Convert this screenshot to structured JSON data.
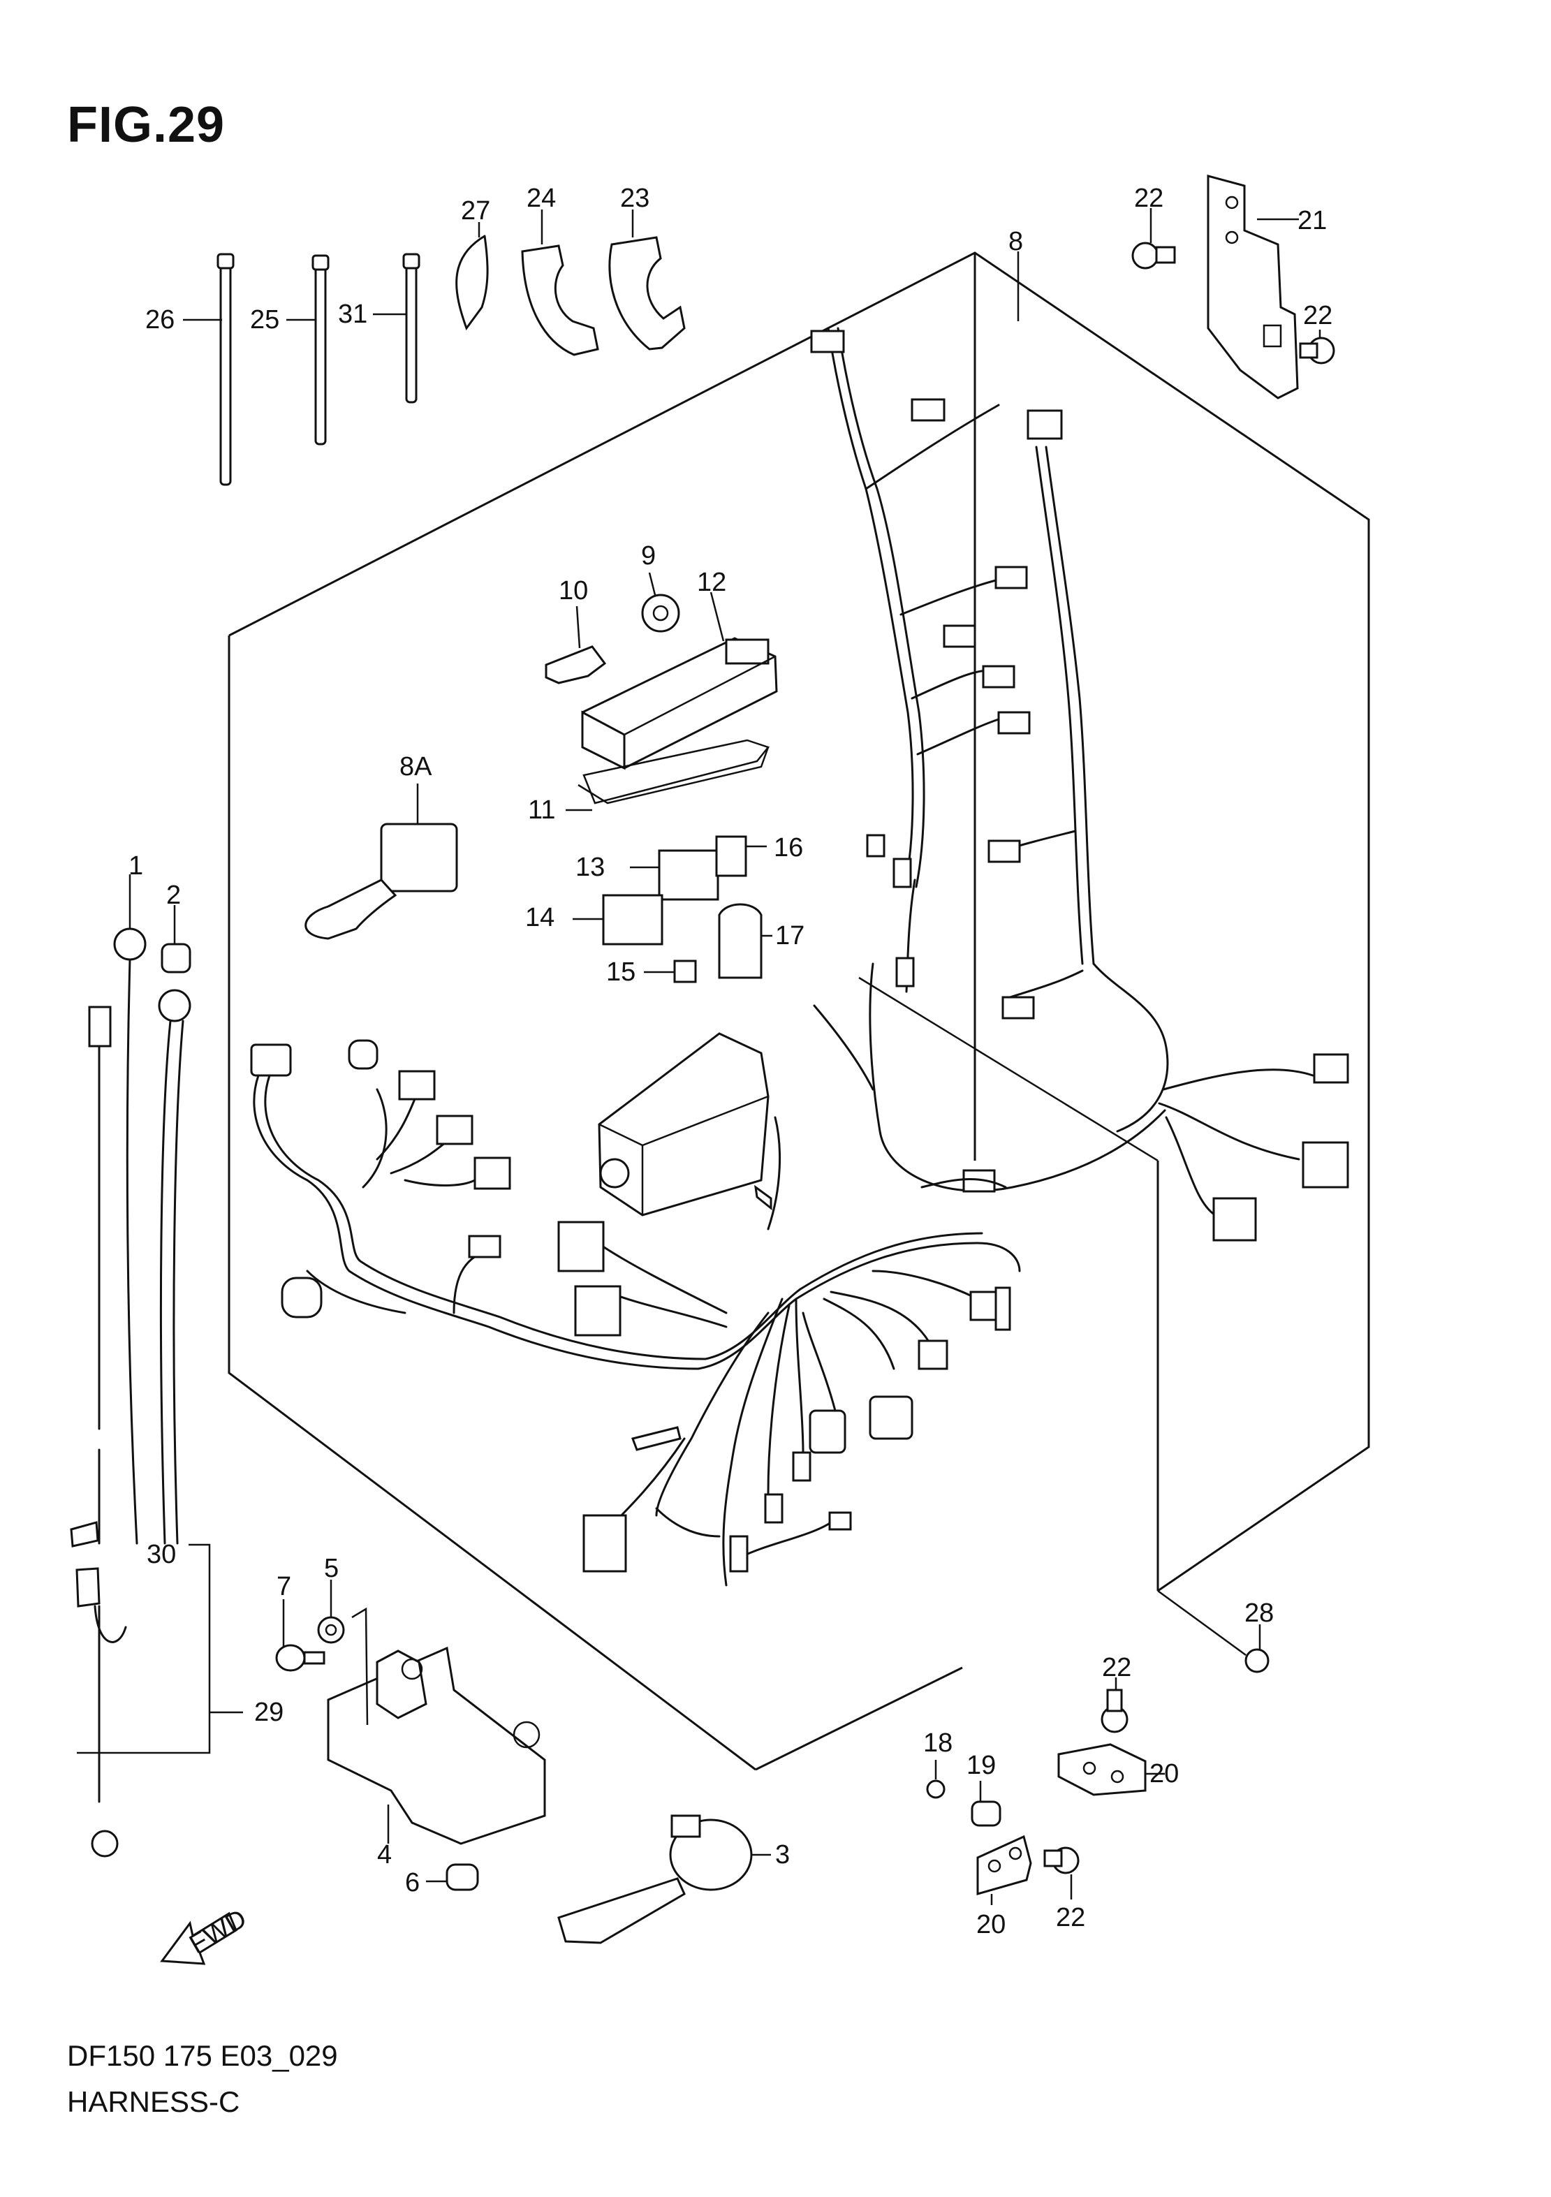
{
  "figure": {
    "title": "FIG.29",
    "code": "DF150 175 E03_029",
    "name": "HARNESS-C"
  },
  "callouts": [
    {
      "id": "c1",
      "label": "1"
    },
    {
      "id": "c2",
      "label": "2"
    },
    {
      "id": "c3",
      "label": "3"
    },
    {
      "id": "c4",
      "label": "4"
    },
    {
      "id": "c5",
      "label": "5"
    },
    {
      "id": "c6",
      "label": "6"
    },
    {
      "id": "c7",
      "label": "7"
    },
    {
      "id": "c8",
      "label": "8"
    },
    {
      "id": "c8a",
      "label": "8A"
    },
    {
      "id": "c9",
      "label": "9"
    },
    {
      "id": "c10",
      "label": "10"
    },
    {
      "id": "c11",
      "label": "11"
    },
    {
      "id": "c12",
      "label": "12"
    },
    {
      "id": "c13",
      "label": "13"
    },
    {
      "id": "c14",
      "label": "14"
    },
    {
      "id": "c15",
      "label": "15"
    },
    {
      "id": "c16",
      "label": "16"
    },
    {
      "id": "c17",
      "label": "17"
    },
    {
      "id": "c18",
      "label": "18"
    },
    {
      "id": "c19",
      "label": "19"
    },
    {
      "id": "c20a",
      "label": "20"
    },
    {
      "id": "c20b",
      "label": "20"
    },
    {
      "id": "c21",
      "label": "21"
    },
    {
      "id": "c22a",
      "label": "22"
    },
    {
      "id": "c22b",
      "label": "22"
    },
    {
      "id": "c22c",
      "label": "22"
    },
    {
      "id": "c22d",
      "label": "22"
    },
    {
      "id": "c23",
      "label": "23"
    },
    {
      "id": "c24",
      "label": "24"
    },
    {
      "id": "c25",
      "label": "25"
    },
    {
      "id": "c26",
      "label": "26"
    },
    {
      "id": "c27",
      "label": "27"
    },
    {
      "id": "c28",
      "label": "28"
    },
    {
      "id": "c29",
      "label": "29"
    },
    {
      "id": "c30",
      "label": "30"
    },
    {
      "id": "c31",
      "label": "31"
    }
  ],
  "fwd_arrow": {
    "label": "FWD"
  }
}
